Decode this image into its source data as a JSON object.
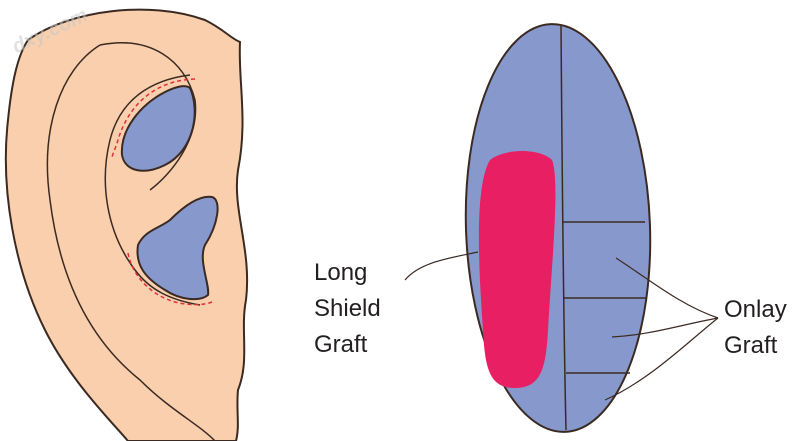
{
  "labels": {
    "long_shield_graft": [
      "Long",
      "Shield",
      "Graft"
    ],
    "onlay_graft": [
      "Onlay",
      "Graft"
    ]
  },
  "watermark": "dxy.com",
  "colors": {
    "skin": "#f9cfad",
    "cartilage": "#8698cc",
    "graft": "#e81f63",
    "outline": "#3b2a22",
    "incision": "#e0303a"
  }
}
